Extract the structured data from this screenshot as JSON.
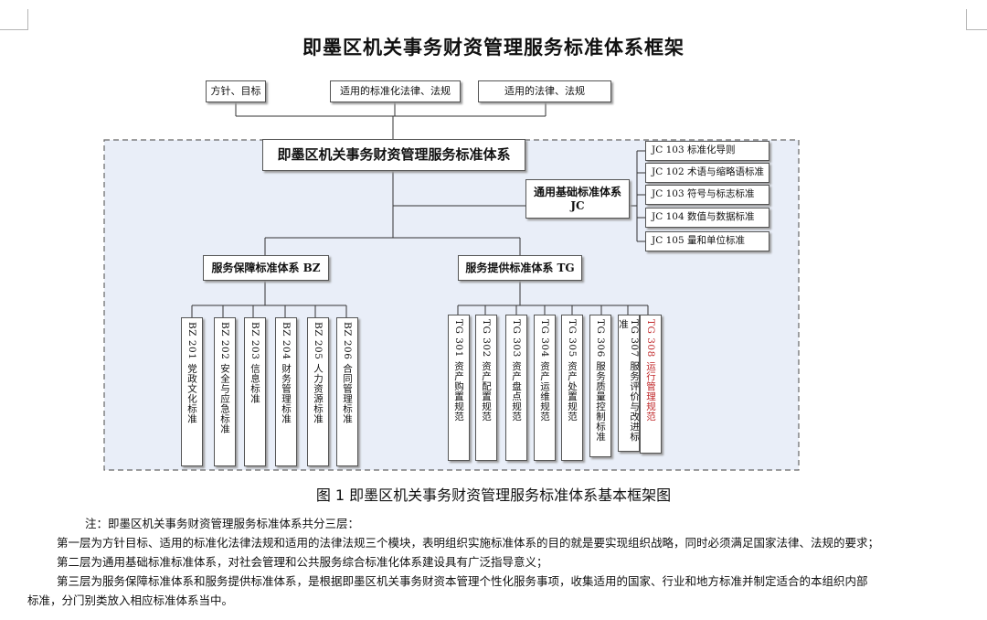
{
  "title": "即墨区机关事务财资管理服务标准体系框架",
  "diagram": {
    "top_inputs": [
      "方针、目标",
      "适用的标准化法律、法规",
      "适用的法律、法规"
    ],
    "core": "即墨区机关事务财资管理服务标准体系",
    "foundation": {
      "name": "通用基础标准体系",
      "code": "JC"
    },
    "foundation_items": [
      "JC 103 标准化导则",
      "JC 102 术语与缩略语标准",
      "JC 103 符号与标志标准",
      "JC 104 数值与数据标准",
      "JC 105 量和单位标准"
    ],
    "bz": {
      "name": "服务保障标准体系 BZ",
      "items": [
        "BZ 201 党政文化标准",
        "BZ 202 安全与应急标准",
        "BZ 203 信息标准",
        "BZ 204 财务管理标准",
        "BZ 205 人力资源标准",
        "BZ 206 合同管理标准"
      ]
    },
    "tg": {
      "name": "服务提供标准体系 TG",
      "items": [
        "TG 301 资产购置规范",
        "TG 302 资产配置规范",
        "TG 303 资产盘点规范",
        "TG 304 资产运维规范",
        "TG 305 资产处置规范",
        "TG 306 服务质量控制标准",
        "TG 307 服务评价与改进标准",
        "TG 308 运行管理规范"
      ]
    }
  },
  "caption": "图 1     即墨区机关事务财资管理服务标准体系基本框架图",
  "notes": [
    "注：即墨区机关事务财资管理服务标准体系共分三层：",
    "第一层为方针目标、适用的标准化法律法规和适用的法律法规三个模块，表明组织实施标准体系的目的就是要实现组织战略，同时必须满足国家法律、法规的要求；",
    "第二层为通用基础标准标准体系，对社会管理和公共服务综合标准化体系建设具有广泛指导意义；",
    "第三层为服务保障标准体系和服务提供标准体系，是根据即墨区机关事务财资本管理个性化服务事项，收集适用的国家、行业和地方标准并制定适合的本组织内部",
    "标准，分门别类放入相应标准体系当中。"
  ],
  "colors": {
    "panel_bg": "#e9eef8",
    "panel_border": "#666666",
    "highlight_text": "#c0282a"
  }
}
